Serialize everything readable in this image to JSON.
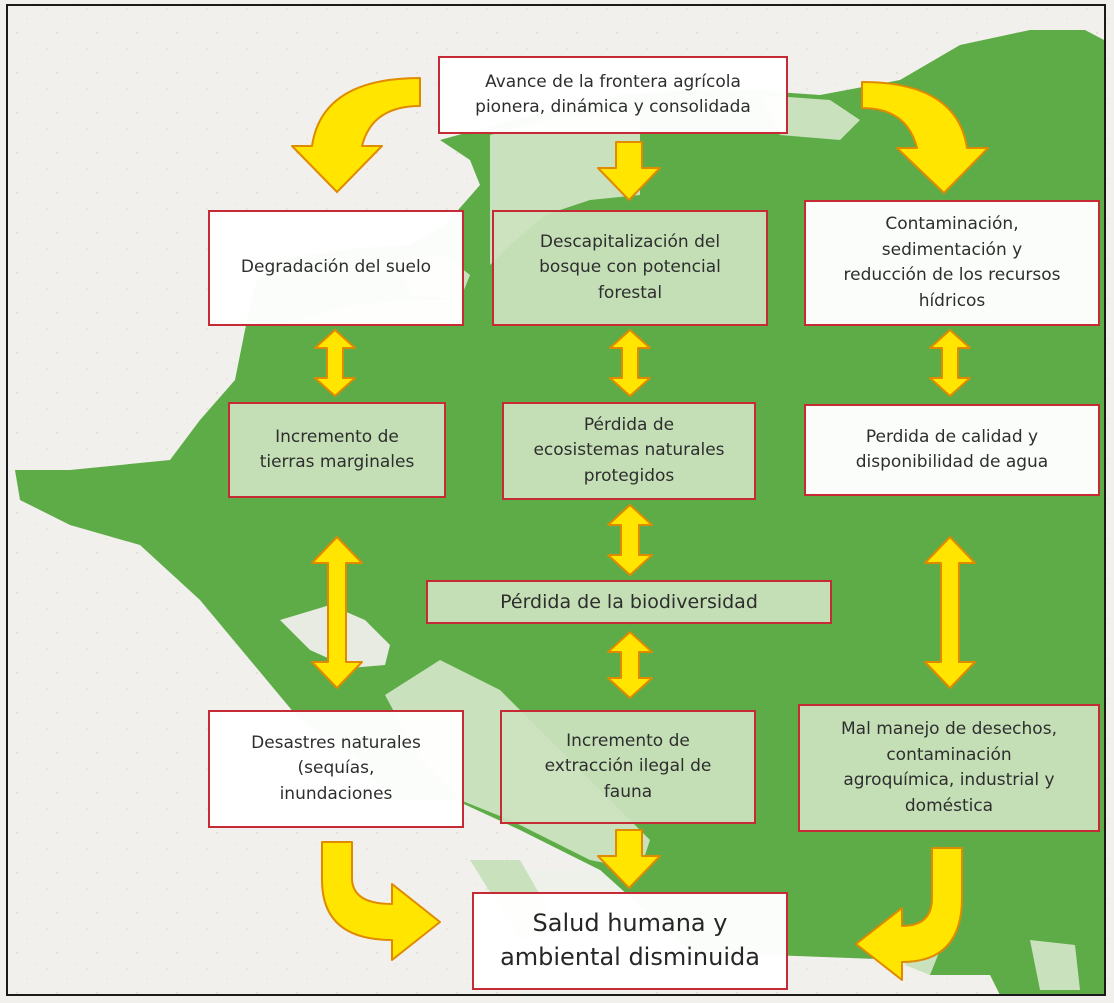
{
  "colors": {
    "map_green": "#5eac47",
    "map_light": "#c9e2bd",
    "arrow_fill": "#ffe500",
    "arrow_stroke": "#e08a00",
    "box_border": "#c62b35"
  },
  "nodes": {
    "top": "Avance de la frontera agrícola\npionera, dinámica y consolidada",
    "soil": "Degradación del suelo",
    "forest": "Descapitalización del\nbosque con potencial\nforestal",
    "water": "Contaminación,\nsedimentación  y\nreducción de los recursos\nhídricos",
    "marginal": "Incremento de\ntierras marginales",
    "ecosystems": "Pérdida  de\necosistemas naturales\nprotegidos",
    "water_quality": "Perdida de calidad  y\ndisponibilidad  de agua",
    "biodiversity": "Pérdida de la biodiversidad",
    "disasters": "Desastres naturales\n(sequías,\ninundaciones",
    "fauna": "Incremento de\nextracción ilegal de\nfauna",
    "waste": "Mal manejo de desechos,\ncontaminación\nagroquímica, industrial y\ndoméstica",
    "health": "Salud humana y\nambiental disminuida"
  },
  "arrows": [
    {
      "from": "top",
      "to": "soil",
      "type": "curved"
    },
    {
      "from": "top",
      "to": "forest",
      "type": "down"
    },
    {
      "from": "top",
      "to": "water",
      "type": "curved"
    },
    {
      "from": "soil",
      "to": "marginal",
      "type": "double"
    },
    {
      "from": "forest",
      "to": "ecosystems",
      "type": "double"
    },
    {
      "from": "water",
      "to": "water_quality",
      "type": "double"
    },
    {
      "from": "marginal",
      "to": "disasters",
      "type": "double"
    },
    {
      "from": "ecosystems",
      "to": "biodiversity",
      "type": "double"
    },
    {
      "from": "biodiversity",
      "to": "fauna",
      "type": "double"
    },
    {
      "from": "water_quality",
      "to": "waste",
      "type": "double"
    },
    {
      "from": "disasters",
      "to": "health",
      "type": "curved"
    },
    {
      "from": "fauna",
      "to": "health",
      "type": "down"
    },
    {
      "from": "waste",
      "to": "health",
      "type": "curved"
    }
  ]
}
